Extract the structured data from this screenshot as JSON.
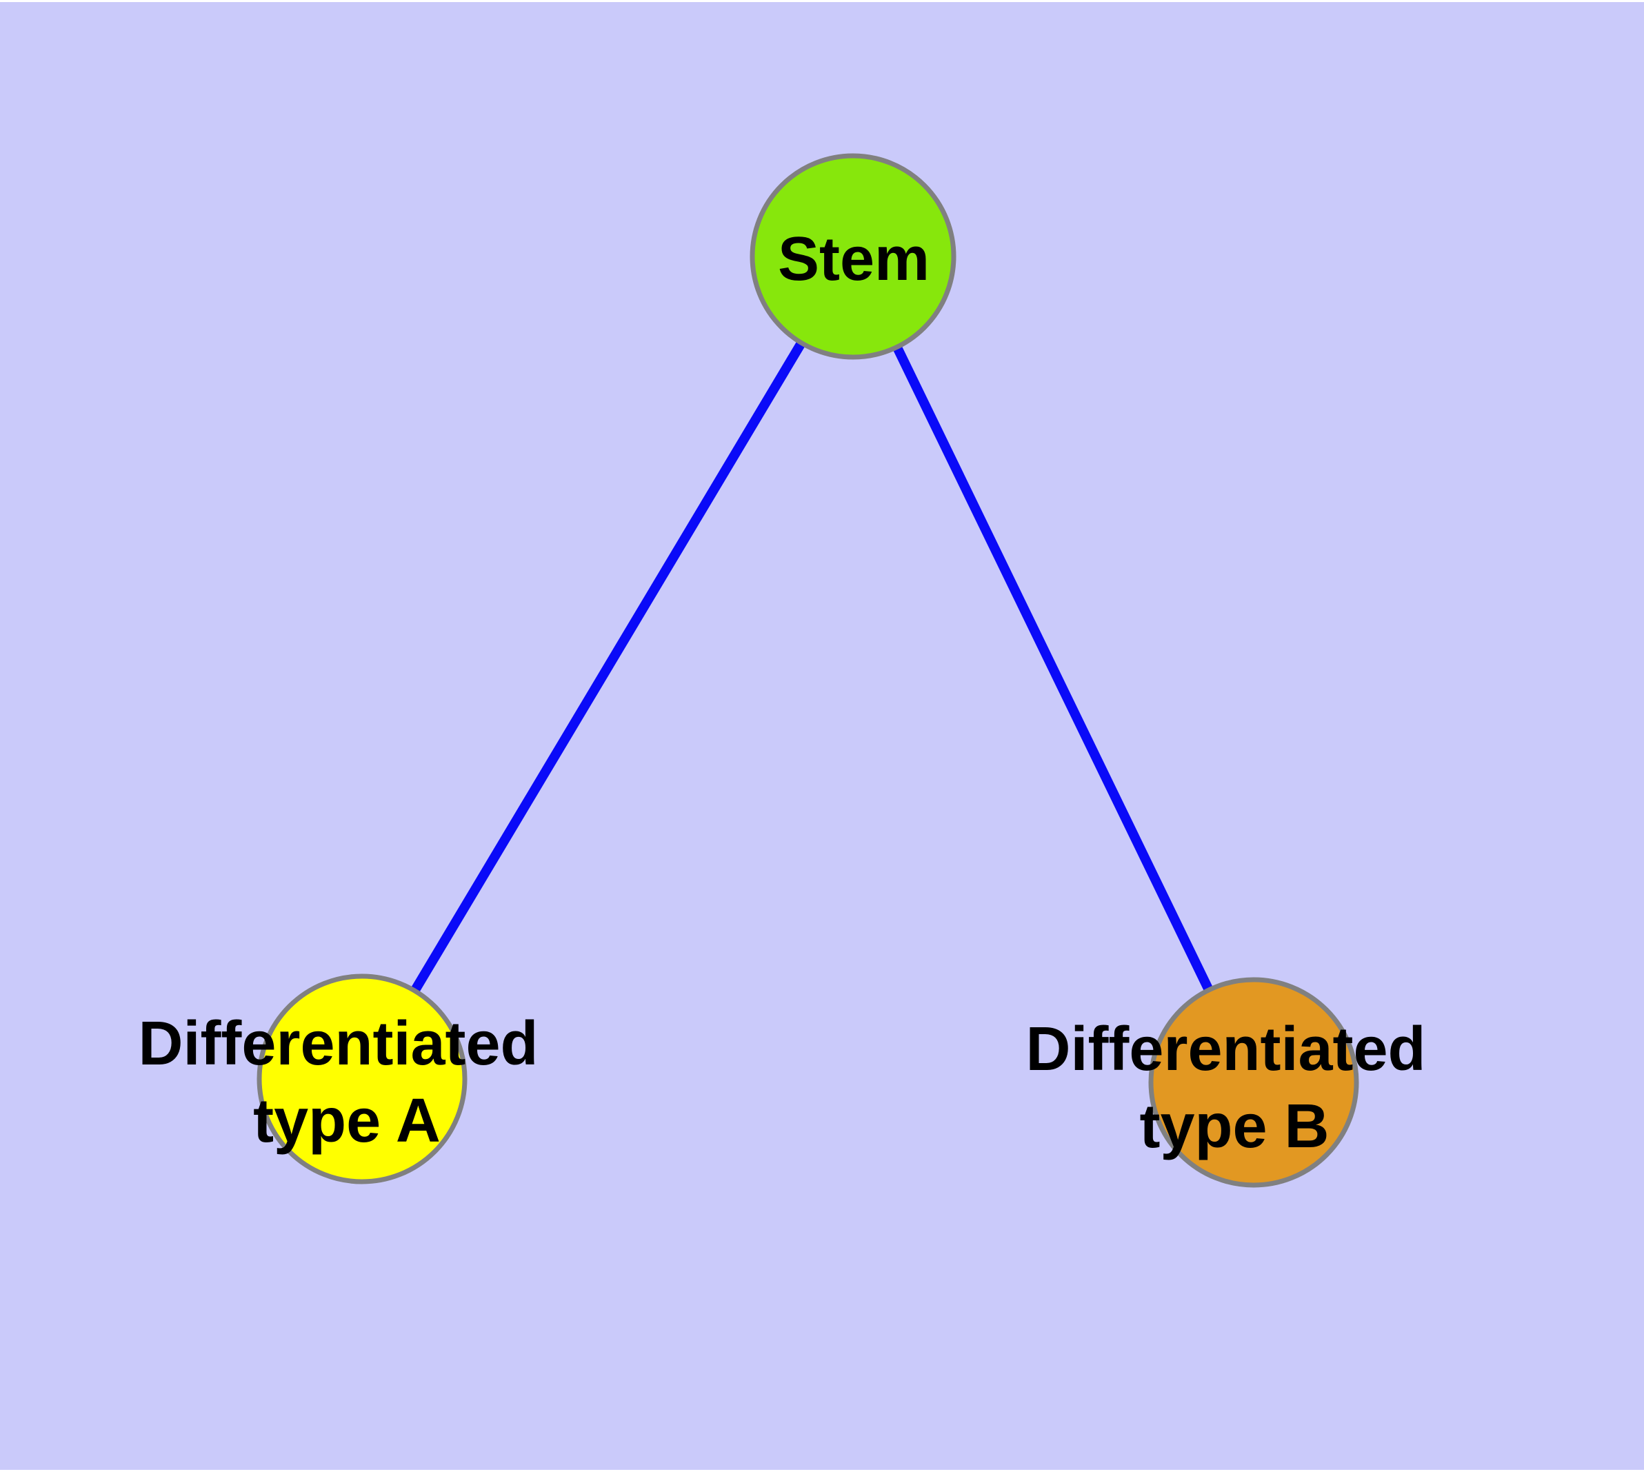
{
  "canvas": {
    "background_color": "#CACAFA",
    "margin_color": "#FFFFFF"
  },
  "edge_style": {
    "color": "#0A0AF8",
    "width": "14"
  },
  "node_border": {
    "color": "#808080",
    "width": "7"
  },
  "nodes": [
    {
      "id": "stem",
      "label_lines": [
        "Stem"
      ],
      "fill": "#87E70C",
      "border_color": "#808080"
    },
    {
      "id": "differentiated-type-a",
      "label_lines": [
        "Differentiated",
        "type A"
      ],
      "fill": "#FFFF00",
      "border_color": "#808080"
    },
    {
      "id": "differentiated-type-b",
      "label_lines": [
        "Differentiated",
        "type B"
      ],
      "fill": "#E29822",
      "border_color": "#808080"
    }
  ],
  "edges": [
    {
      "from": "stem",
      "to": "differentiated-type-a"
    },
    {
      "from": "stem",
      "to": "differentiated-type-b"
    }
  ]
}
